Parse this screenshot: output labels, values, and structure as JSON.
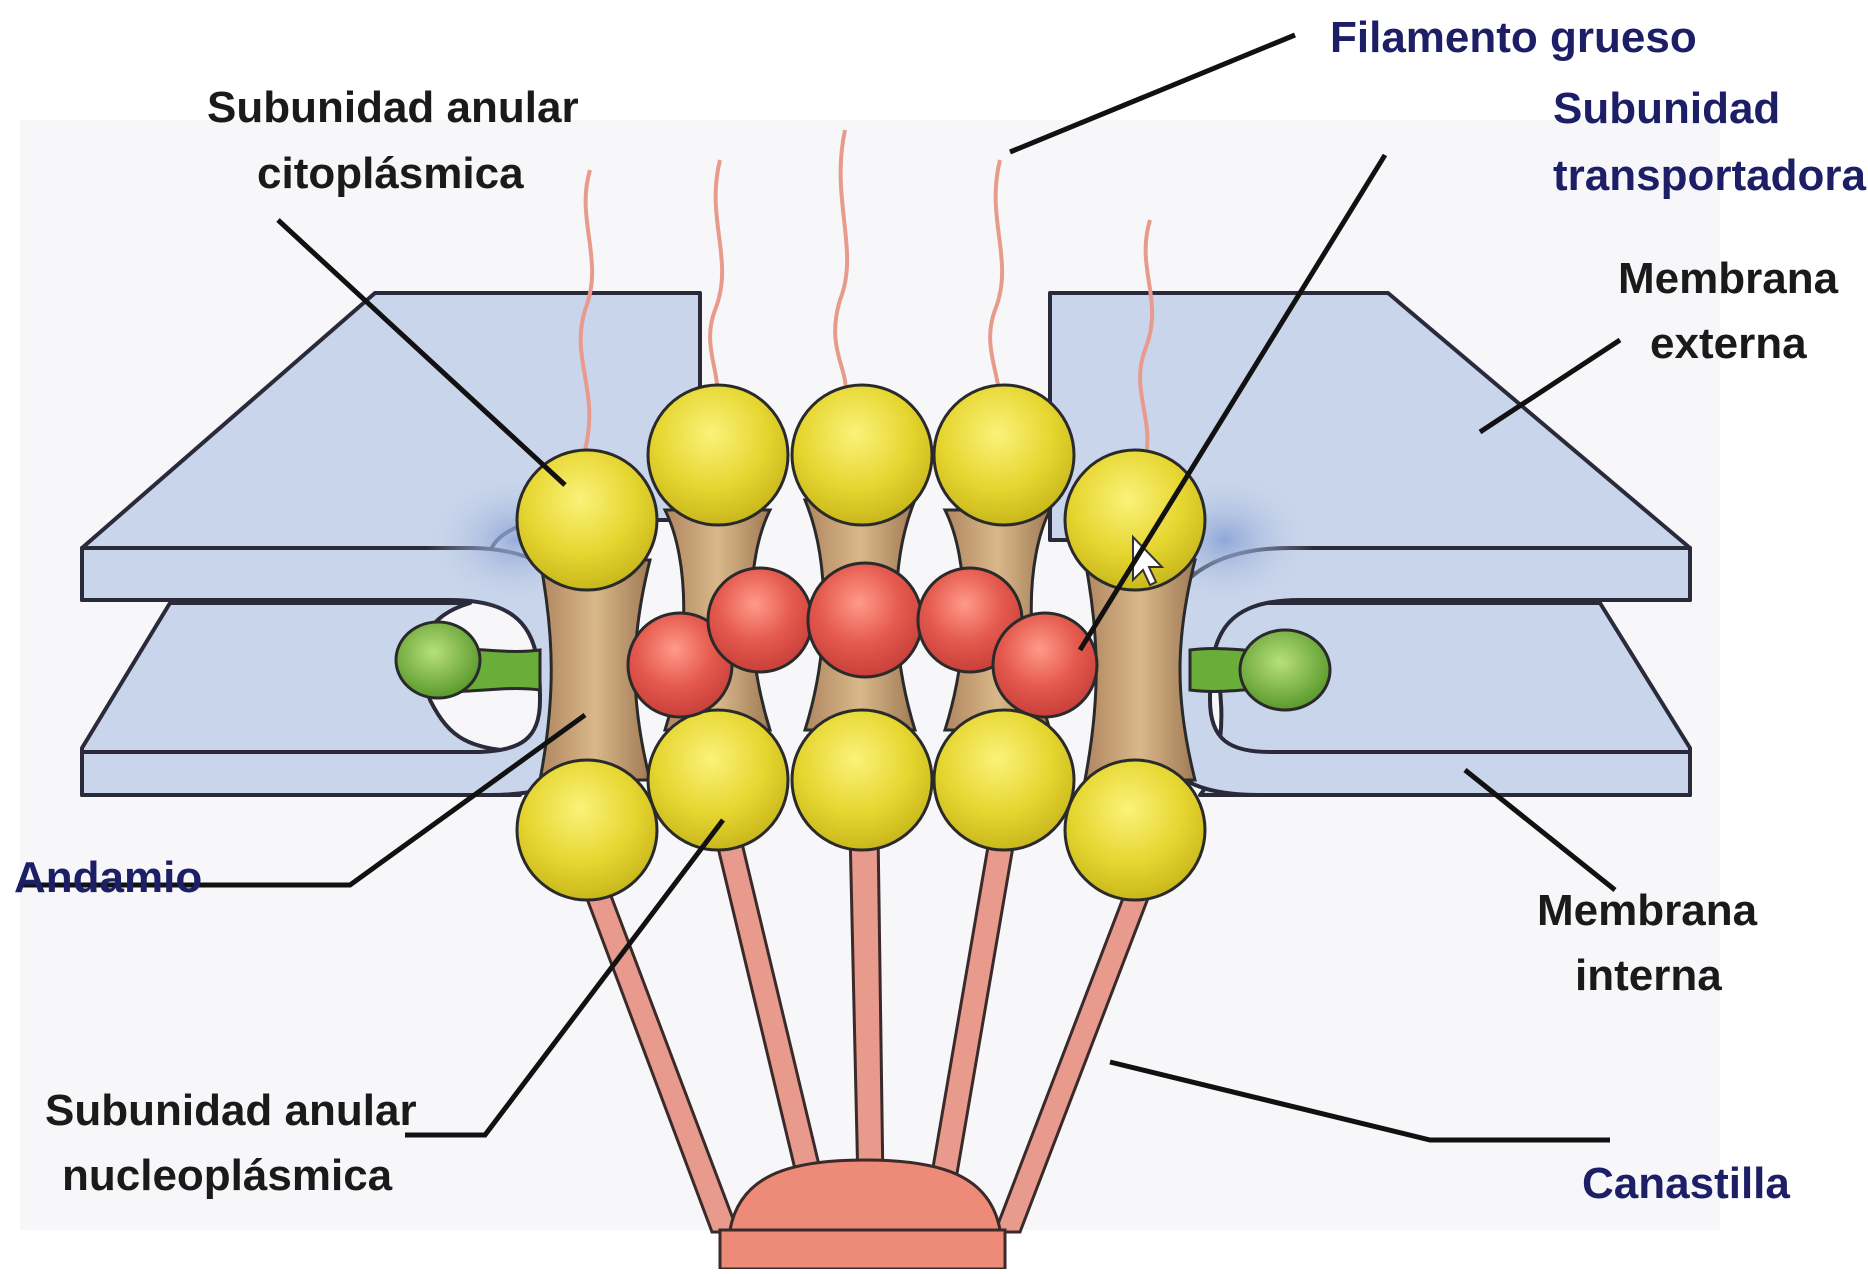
{
  "labels": {
    "filamento_grueso": "Filamento grueso",
    "subunidad_transportadora_1": "Subunidad",
    "subunidad_transportadora_2": "transportadora",
    "subunidad_anular_cito_1": "Subunidad anular",
    "subunidad_anular_cito_2": "citoplásmica",
    "membrana_externa_1": "Membrana",
    "membrana_externa_2": "externa",
    "andamio": "Andamio",
    "membrana_interna_1": "Membrana",
    "membrana_interna_2": "interna",
    "subunidad_anular_nucleo_1": "Subunidad anular",
    "subunidad_anular_nucleo_2": "nucleoplásmica",
    "canastilla": "Canastilla"
  },
  "colors": {
    "membrane": "#c9d5ea",
    "membrane_glow": "#9db2dc",
    "yellow_ring": "#e8d93a",
    "red_transporter": "#e05a50",
    "tan_scaffold": "#b89368",
    "green_anchor": "#7cbd4a",
    "pink_filament": "#e89a8c",
    "blue_label": "#1c1f66",
    "dark_label": "#1a1a1a"
  }
}
